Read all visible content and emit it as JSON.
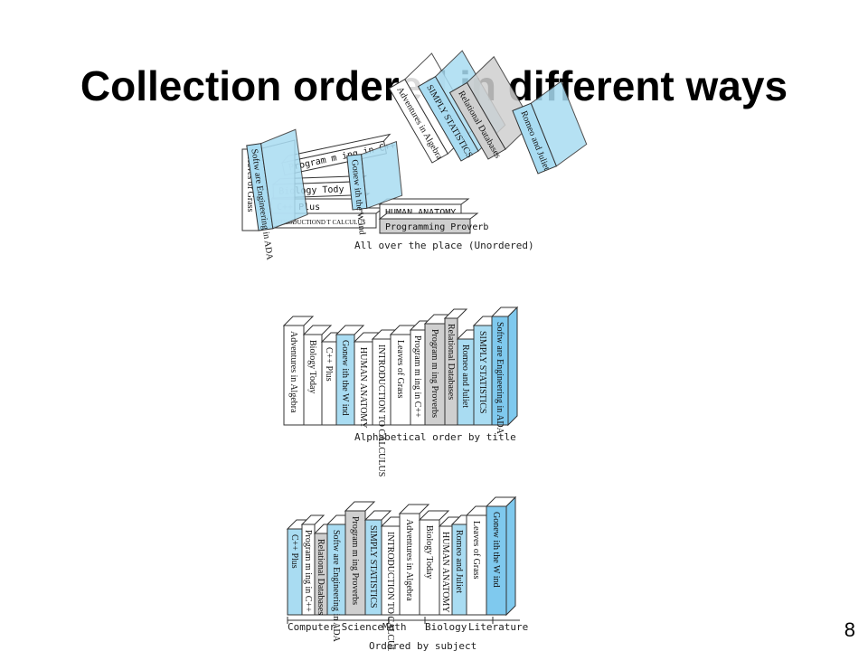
{
  "slide": {
    "title": "Collection ordered in different ways",
    "page_number": "8"
  },
  "colors": {
    "blue": "#a9dcf2",
    "dark_blue": "#7fc9ee",
    "gray": "#cfcfcf",
    "white": "#ffffff",
    "outline": "#333333"
  },
  "unordered": {
    "caption": "All over the place (Unordered)",
    "flat_books": [
      "INTRODUCTIOND T CALCULUS",
      "C++ Plus",
      "Biology Tody",
      "Program m ing in C++",
      "HUMAN ANATOMY",
      "Programming Proverb"
    ],
    "upright_books": [
      "Leaves of Grass",
      "Softw are Engineering in ADA",
      "Gonew ith the W ind",
      "Adventures in Algebra",
      "SIMPLY STATISTICS",
      "Relational Databases",
      "Romeo and Juliet"
    ]
  },
  "alphabetical": {
    "caption": "Alphabetical order by title",
    "books": [
      {
        "title": "Adventures in Algebra",
        "color": "white"
      },
      {
        "title": "Biology Today",
        "color": "white"
      },
      {
        "title": "C++ Plus",
        "color": "white"
      },
      {
        "title": "Gonew ith the W ind",
        "color": "blue"
      },
      {
        "title": "HUMAN ANATOMY",
        "color": "white"
      },
      {
        "title": "INTRODUCTION TO CALCULUS",
        "color": "white"
      },
      {
        "title": "Leaves of Grass",
        "color": "white"
      },
      {
        "title": "Program m ing in C++",
        "color": "white"
      },
      {
        "title": "Program m ing Proverbs",
        "color": "gray"
      },
      {
        "title": "Relational Databases",
        "color": "gray"
      },
      {
        "title": "Romeo and Juliet",
        "color": "blue"
      },
      {
        "title": "SIMPLY STATISTICS",
        "color": "blue"
      },
      {
        "title": "Softw are Engineering in ADA",
        "color": "dark_blue"
      }
    ]
  },
  "by_subject": {
    "caption": "Ordered by subject",
    "subject_labels": [
      "Computer Science",
      "Math",
      "Biology",
      "Literature"
    ],
    "books": [
      {
        "title": "C++ Plus",
        "color": "blue"
      },
      {
        "title": "Program m ing in C++",
        "color": "white"
      },
      {
        "title": "Relational Databases",
        "color": "gray"
      },
      {
        "title": "Softw are Engineering in ADA",
        "color": "blue"
      },
      {
        "title": "Program m ing Proverbs",
        "color": "gray"
      },
      {
        "title": "SIMPLY STATISTICS",
        "color": "blue"
      },
      {
        "title": "INTRODUCTION TO CALCULUS",
        "color": "white"
      },
      {
        "title": "Adventures in Algebra",
        "color": "white"
      },
      {
        "title": "Biology Today",
        "color": "white"
      },
      {
        "title": "HUMAN ANATOMY",
        "color": "white"
      },
      {
        "title": "Romeo and Juliet",
        "color": "blue"
      },
      {
        "title": "Leaves of Grass",
        "color": "white"
      },
      {
        "title": "Gonew ith the W ind",
        "color": "dark_blue"
      }
    ]
  }
}
